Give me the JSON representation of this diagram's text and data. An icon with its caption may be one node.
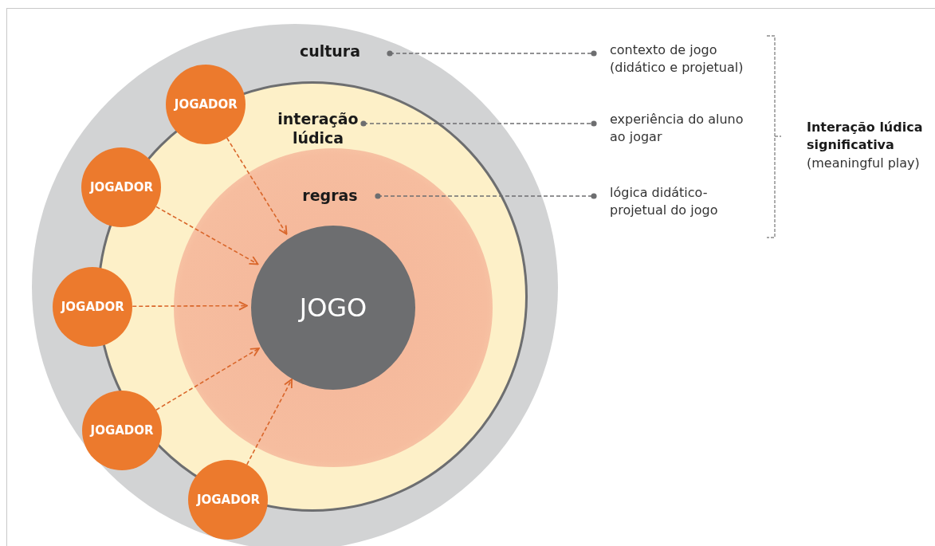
{
  "diagram": {
    "nodes": [
      {
        "text": [
          "cultura"
        ]
      },
      {
        "text": [
          "interação lúdica"
        ],
        "in": 0
      },
      {
        "text": [
          "regras"
        ],
        "in": 1
      },
      {
        "text": [
          "JOGO"
        ],
        "in": 2
      },
      {
        "text": [
          "JOGADOR"
        ],
        "in": 0
      },
      {
        "text": [
          "JOGADOR"
        ],
        "in": 0
      },
      {
        "text": [
          "JOGADOR"
        ],
        "in": 0
      },
      {
        "text": [
          "JOGADOR"
        ],
        "in": 0
      },
      {
        "text": [
          "JOGADOR"
        ],
        "in": 0
      },
      {
        "text": [
          "contexto de jogo (didático e projetual)"
        ]
      },
      {
        "text": [
          "experiência do aluno ao jogar"
        ]
      },
      {
        "text": [
          "lógica didático-projetual do jogo"
        ]
      },
      {
        "text": [
          "Interação lúdica significativa",
          "(meaningful play)"
        ]
      }
    ],
    "edges": [
      {
        "from": 4,
        "to": 3,
        "arrow": "to",
        "style": "dashed"
      },
      {
        "from": 5,
        "to": 3,
        "arrow": "to",
        "style": "dashed"
      },
      {
        "from": 6,
        "to": 3,
        "arrow": "to",
        "style": "dashed"
      },
      {
        "from": 7,
        "to": 3,
        "arrow": "to",
        "style": "dashed"
      },
      {
        "from": 8,
        "to": 3,
        "arrow": "to",
        "style": "dashed"
      },
      {
        "from": 0,
        "to": 9,
        "arrow": "other",
        "style": "dashed",
        "color": "#6d6e70"
      },
      {
        "from": 1,
        "to": 10,
        "arrow": "other",
        "style": "dashed",
        "color": "#6d6e70"
      },
      {
        "from": 2,
        "to": 11,
        "arrow": "other",
        "style": "dashed",
        "color": "#6d6e70"
      }
    ]
  }
}
